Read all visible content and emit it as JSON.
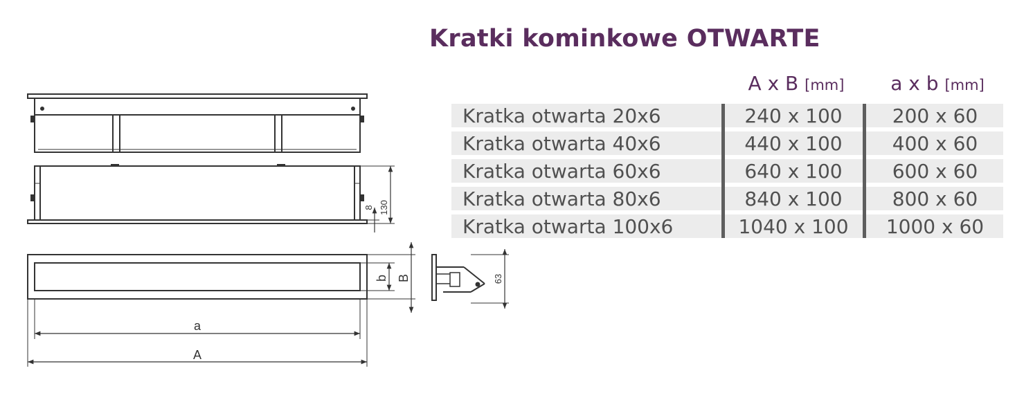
{
  "title": "Kratki kominkowe OTWARTE",
  "columns": {
    "ab": {
      "label": "A x B",
      "unit": "[mm]"
    },
    "small": {
      "label": "a x b",
      "unit": "[mm]"
    }
  },
  "rows": [
    {
      "name": "Kratka otwarta 20x6",
      "ab": "240 x 100",
      "small": "200 x 60"
    },
    {
      "name": "Kratka otwarta 40x6",
      "ab": "440 x 100",
      "small": "400 x 60"
    },
    {
      "name": "Kratka otwarta 60x6",
      "ab": "640 x 100",
      "small": "600 x 60"
    },
    {
      "name": "Kratka otwarta 80x6",
      "ab": "840 x 100",
      "small": "800 x 60"
    },
    {
      "name": "Kratka otwarta 100x6",
      "ab": "1040 x 100",
      "small": "1000 x 60"
    }
  ],
  "drawing": {
    "dim_130": "130",
    "dim_8": "8",
    "dim_63": "63",
    "label_a": "a",
    "label_A": "A",
    "label_b": "b",
    "label_B": "B"
  },
  "colors": {
    "accent": "#5a2d5e",
    "row_bg": "#ececec",
    "text": "#505050"
  }
}
